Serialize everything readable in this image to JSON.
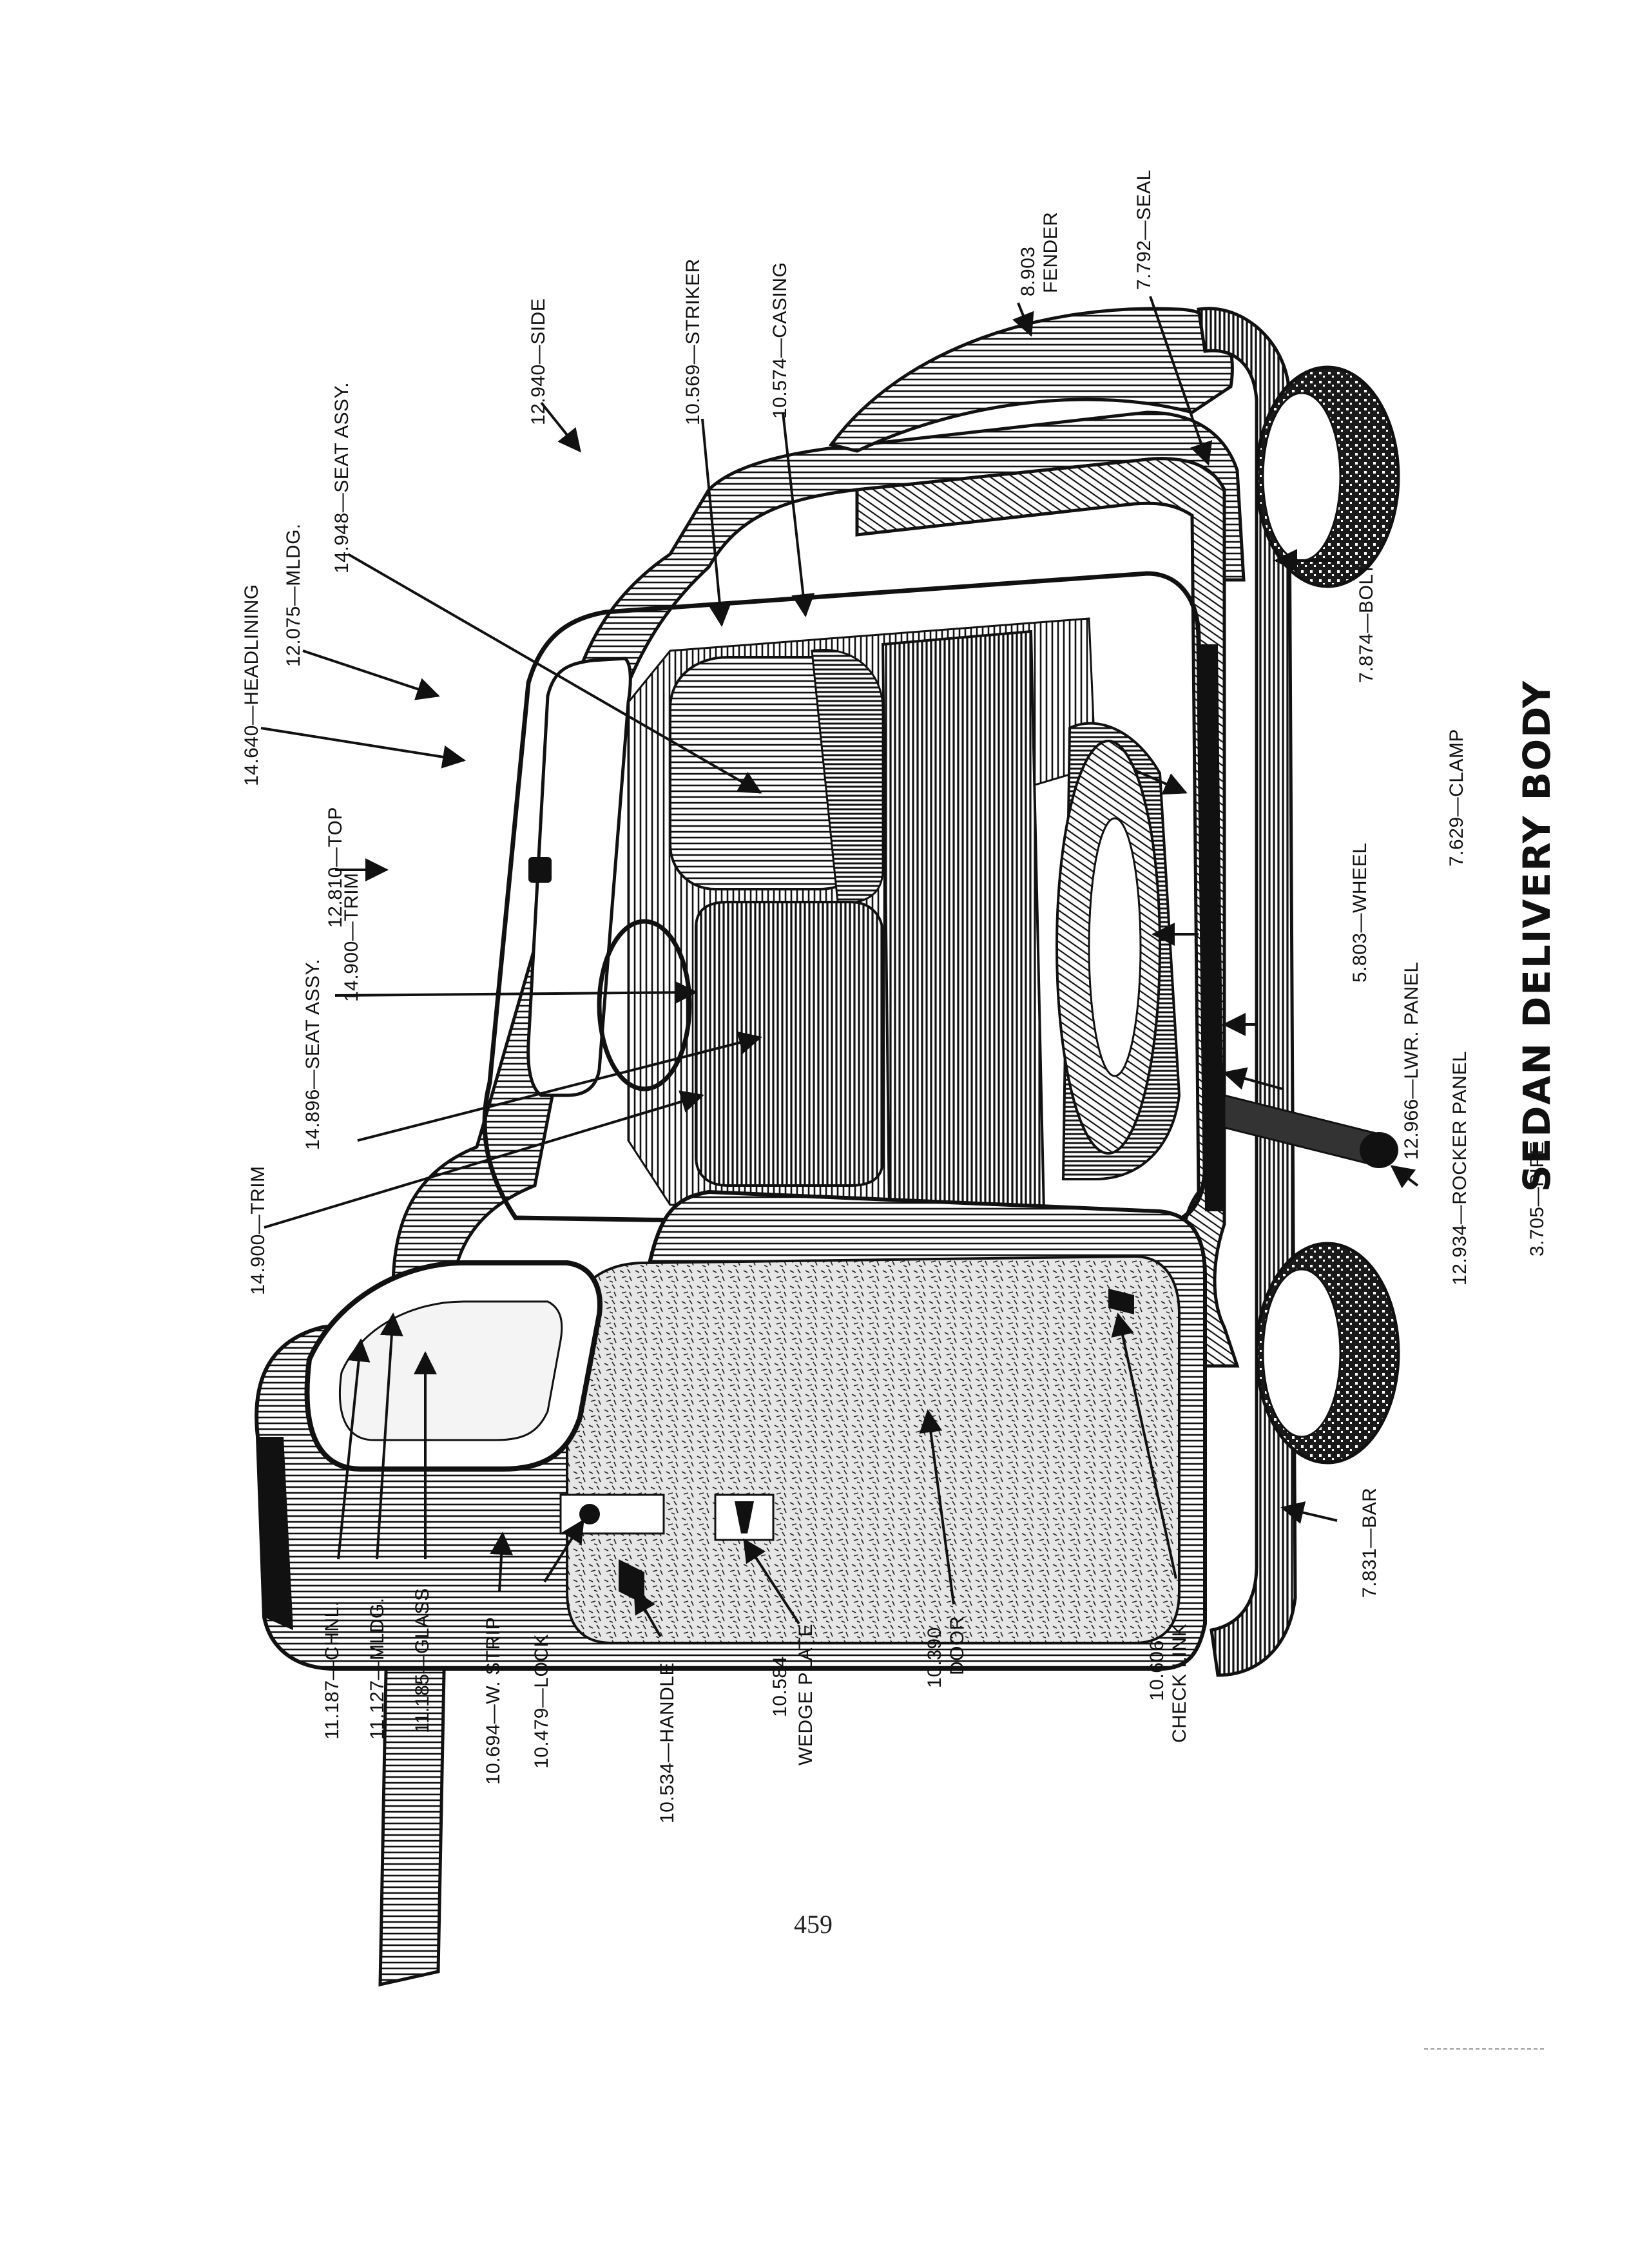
{
  "title": "SEDAN DELIVERY BODY",
  "page_number": "459",
  "callouts": [
    {
      "id": "top",
      "text": "12.810—TOP"
    },
    {
      "id": "headlining",
      "text": "14.640—HEADLINING"
    },
    {
      "id": "mldg-upper",
      "text": "12.075—MLDG."
    },
    {
      "id": "seat-assy-rear",
      "text": "14.948—SEAT ASSY."
    },
    {
      "id": "side",
      "text": "12.940—SIDE"
    },
    {
      "id": "striker",
      "text": "10.569—STRIKER"
    },
    {
      "id": "casing",
      "text": "10.574—CASING"
    },
    {
      "id": "fender-num",
      "text": "8.903"
    },
    {
      "id": "fender-word",
      "text": "FENDER"
    },
    {
      "id": "seal",
      "text": "7.792—SEAL"
    },
    {
      "id": "bolt",
      "text": "7.874—BOLT"
    },
    {
      "id": "clamp",
      "text": "7.629—CLAMP"
    },
    {
      "id": "wheel",
      "text": "5.803—WHEEL"
    },
    {
      "id": "lwr-panel",
      "text": "12.966—LWR. PANEL"
    },
    {
      "id": "rocker-panel",
      "text": "12.934—ROCKER PANEL"
    },
    {
      "id": "pipe",
      "text": "3.705—PIPE"
    },
    {
      "id": "seat-assy-front",
      "text": "14.896—SEAT ASSY."
    },
    {
      "id": "trim-inner",
      "text": "14.900—TRIM"
    },
    {
      "id": "trim-outer",
      "text": "14.900—TRIM"
    },
    {
      "id": "chnl",
      "text": "11.187—CHNL."
    },
    {
      "id": "mldg-door",
      "text": "11.127—MLDG."
    },
    {
      "id": "glass",
      "text": "11.185—GLASS"
    },
    {
      "id": "w-strip",
      "text": "10.694—W. STRIP"
    },
    {
      "id": "lock",
      "text": "10.479—LOCK"
    },
    {
      "id": "handle",
      "text": "10.534—HANDLE"
    },
    {
      "id": "wedge-num",
      "text": "10.584"
    },
    {
      "id": "wedge-word",
      "text": "WEDGE PLATE"
    },
    {
      "id": "door-num",
      "text": "10.390"
    },
    {
      "id": "door-word",
      "text": "DOOR"
    },
    {
      "id": "check-num",
      "text": "10.606"
    },
    {
      "id": "check-word",
      "text": "CHECK LINK"
    },
    {
      "id": "bar",
      "text": "7.831—BAR"
    }
  ]
}
